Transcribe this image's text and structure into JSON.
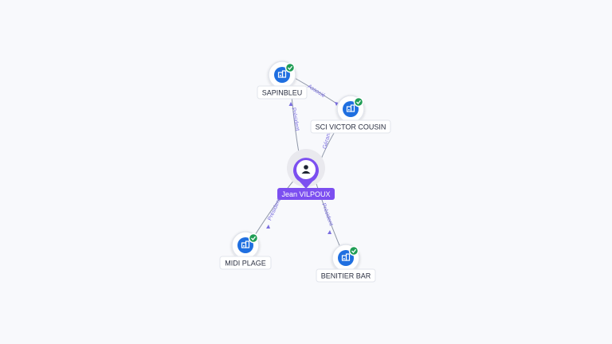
{
  "colors": {
    "background": "#f8f9fc",
    "company_icon": "#1f6fe0",
    "verified_badge": "#1f9d55",
    "person_accent": "#7c4ff0",
    "edge": "#8f97a8",
    "edge_label": "#7a6ee0"
  },
  "person": {
    "name": "Jean VILPOUX",
    "icon": "person-icon"
  },
  "companies": [
    {
      "id": "sapinbleu",
      "name": "SAPINBLEU",
      "icon": "building-icon",
      "verified": true
    },
    {
      "id": "sci-victor-cousin",
      "name": "SCI VICTOR COUSIN",
      "icon": "building-icon",
      "verified": true
    },
    {
      "id": "midi-plage",
      "name": "MIDI PLAGE",
      "icon": "building-icon",
      "verified": true
    },
    {
      "id": "benitier-bar",
      "name": "BENITIER BAR",
      "icon": "building-icon",
      "verified": true
    }
  ],
  "relations": [
    {
      "from": "person",
      "to": "sapinbleu",
      "label": "Président"
    },
    {
      "from": "person",
      "to": "sci-victor-cousin",
      "label": "Gérant"
    },
    {
      "from": "person",
      "to": "midi-plage",
      "label": "Président"
    },
    {
      "from": "person",
      "to": "benitier-bar",
      "label": "Président"
    },
    {
      "from": "sapinbleu",
      "to": "sci-victor-cousin",
      "label": "Associé"
    }
  ]
}
